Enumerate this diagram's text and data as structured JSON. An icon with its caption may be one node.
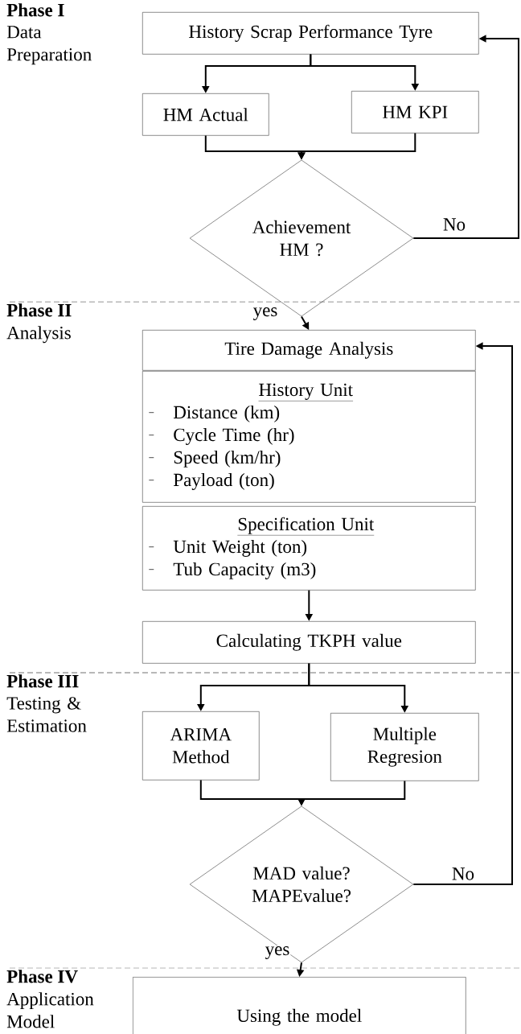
{
  "diagram": {
    "nodes": [
      {
        "text": [
          "History Scrap Performance Tyre"
        ]
      },
      {
        "text": [
          "HM Actual"
        ]
      },
      {
        "text": [
          "HM KPI"
        ]
      },
      {
        "text": [
          "Achievement HM ?"
        ]
      },
      {
        "text": [
          "Tire Damage Analysis"
        ]
      },
      {
        "text": [
          "History Unit",
          "Distance (km)",
          "Cycle Time (hr)",
          "Speed (km/hr)",
          "Payload (ton)"
        ]
      },
      {
        "text": [
          "Specification Unit",
          "Unit Weight (ton)",
          "Tub Capacity (m3)"
        ]
      },
      {
        "text": [
          "Calculating TKPH value"
        ]
      },
      {
        "text": [
          "ARIMA Method"
        ]
      },
      {
        "text": [
          "Multiple Regresion"
        ]
      },
      {
        "text": [
          "MAD value? MAPEvalue?"
        ]
      },
      {
        "text": [
          "Using the model"
        ]
      }
    ],
    "edges": [
      {
        "from": 0,
        "to": 1,
        "arrow": "to"
      },
      {
        "from": 0,
        "to": 2,
        "arrow": "to"
      },
      {
        "from": 1,
        "to": 3,
        "arrow": "to"
      },
      {
        "from": 2,
        "to": 3,
        "arrow": "to"
      },
      {
        "from": 3,
        "to": 0,
        "arrow": "to",
        "label": "No"
      },
      {
        "from": 3,
        "to": 4,
        "arrow": "to",
        "label": "yes"
      },
      {
        "from": 6,
        "to": 7,
        "arrow": "to"
      },
      {
        "from": 7,
        "to": 8,
        "arrow": "to"
      },
      {
        "from": 7,
        "to": 9,
        "arrow": "to"
      },
      {
        "from": 8,
        "to": 10,
        "arrow": "to"
      },
      {
        "from": 9,
        "to": 10,
        "arrow": "to"
      },
      {
        "from": 10,
        "to": 4,
        "arrow": "to",
        "label": "No"
      },
      {
        "from": 10,
        "to": 11,
        "arrow": "to",
        "label": "yes"
      }
    ],
    "labels": [
      "Phase I",
      "Data Preparation",
      "Phase II",
      "Analysis",
      "Phase III",
      "Testing & Estimation",
      "Phase IV",
      "Application Model"
    ]
  }
}
